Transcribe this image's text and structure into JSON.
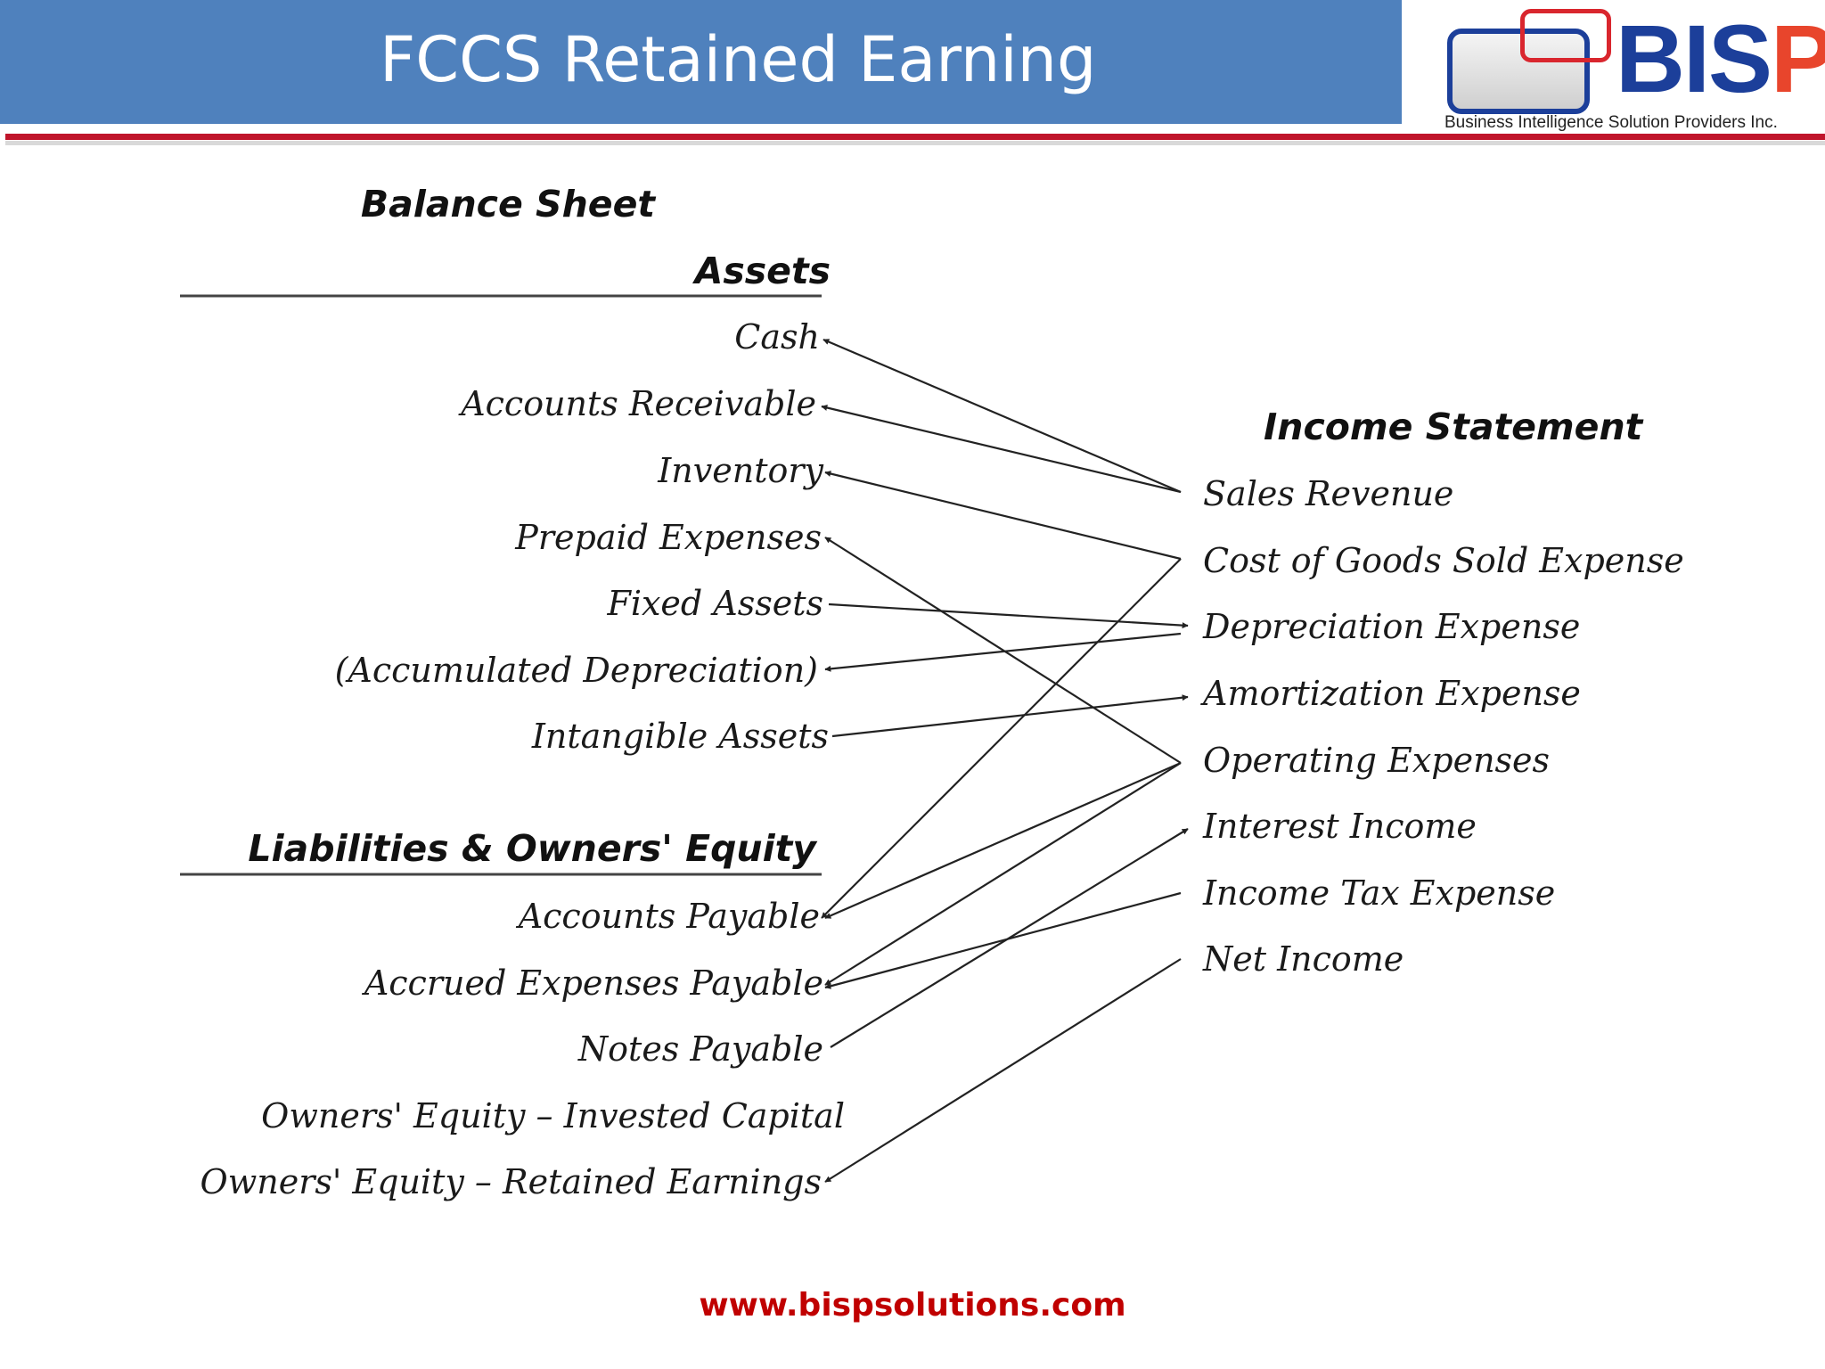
{
  "slide_title": "FCCS Retained Earning",
  "logo": {
    "word_dark": "BIS",
    "word_accent": "P",
    "tagline": "Business Intelligence Solution Providers Inc."
  },
  "balance_sheet": {
    "title": "Balance Sheet",
    "assets_heading": "Assets",
    "assets": [
      "Cash",
      "Accounts Receivable",
      "Inventory",
      "Prepaid Expenses",
      "Fixed Assets",
      "(Accumulated Depreciation)",
      "Intangible Assets"
    ],
    "liabilities_heading": "Liabilities & Owners' Equity",
    "liabilities": [
      "Accounts Payable",
      "Accrued Expenses Payable",
      "Notes Payable",
      "Owners' Equity – Invested Capital",
      "Owners' Equity – Retained Earnings"
    ]
  },
  "income_statement": {
    "title": "Income Statement",
    "items": [
      "Sales Revenue",
      "Cost of Goods Sold Expense",
      "Depreciation Expense",
      "Amortization Expense",
      "Operating Expenses",
      "Interest Income",
      "Income Tax Expense",
      "Net Income"
    ]
  },
  "footer_url": "www.bispsolutions.com"
}
